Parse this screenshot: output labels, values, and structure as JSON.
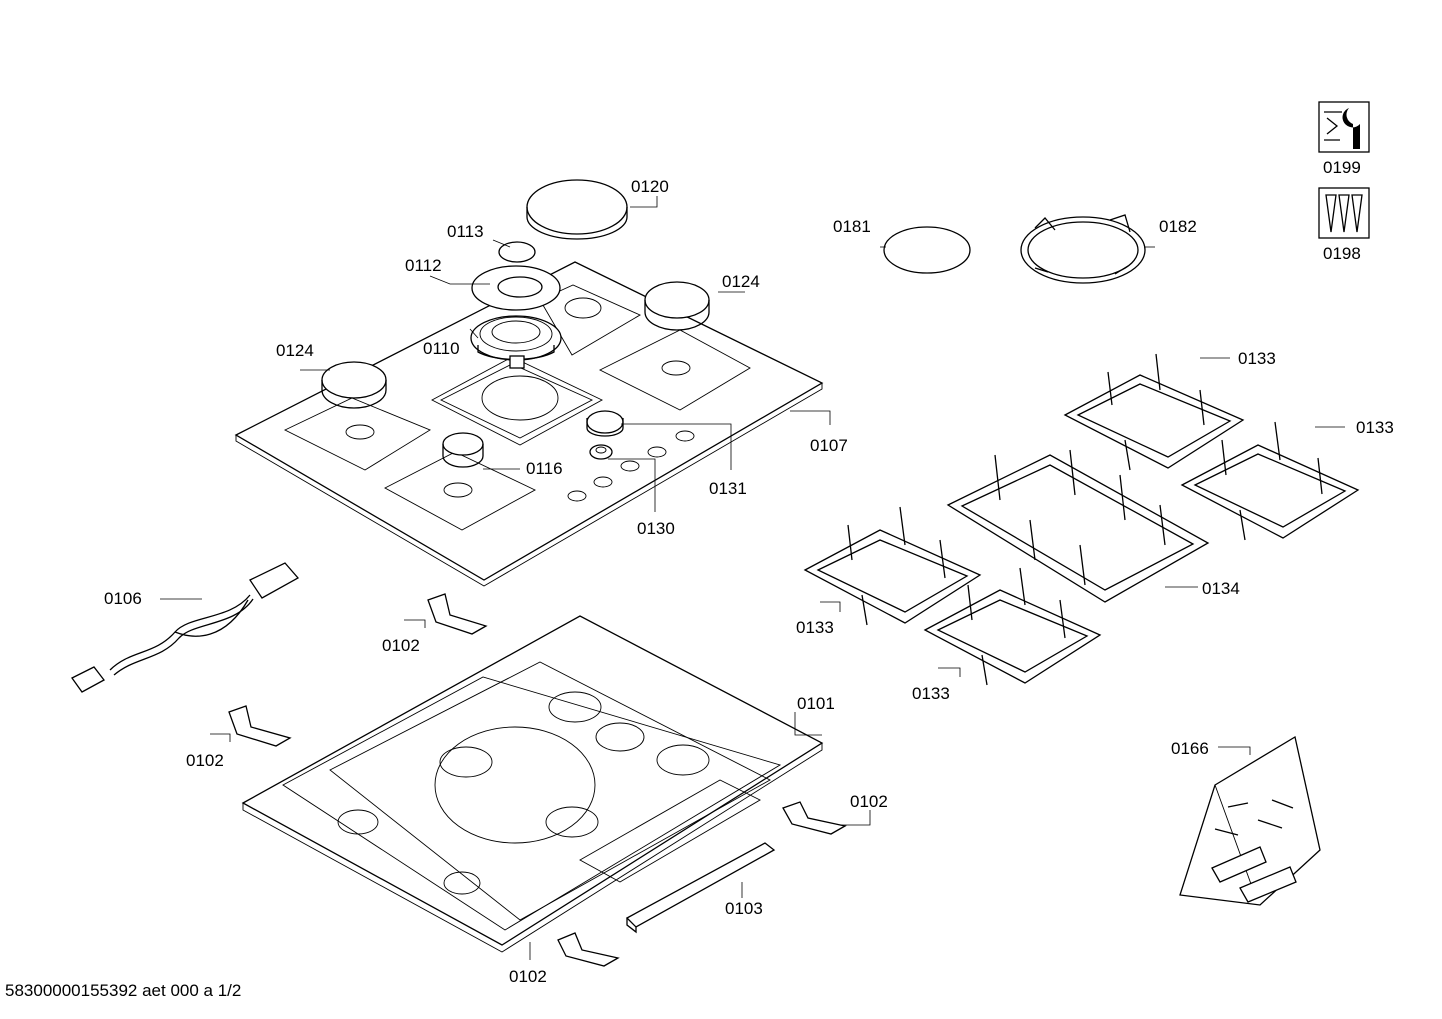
{
  "footer": {
    "doc_id": "58300000155392 aet 000 a 1/2"
  },
  "labels": {
    "p0120": "0120",
    "p0113": "0113",
    "p0112": "0112",
    "p0110": "0110",
    "p0124a": "0124",
    "p0124b": "0124",
    "p0107": "0107",
    "p0116": "0116",
    "p0131": "0131",
    "p0130": "0130",
    "p0181": "0181",
    "p0182": "0182",
    "p0199": "0199",
    "p0198": "0198",
    "p0133a": "0133",
    "p0133b": "0133",
    "p0133c": "0133",
    "p0133d": "0133",
    "p0134": "0134",
    "p0106": "0106",
    "p0102a": "0102",
    "p0102b": "0102",
    "p0102c": "0102",
    "p0102d": "0102",
    "p0101": "0101",
    "p0103": "0103",
    "p0166": "0166"
  }
}
